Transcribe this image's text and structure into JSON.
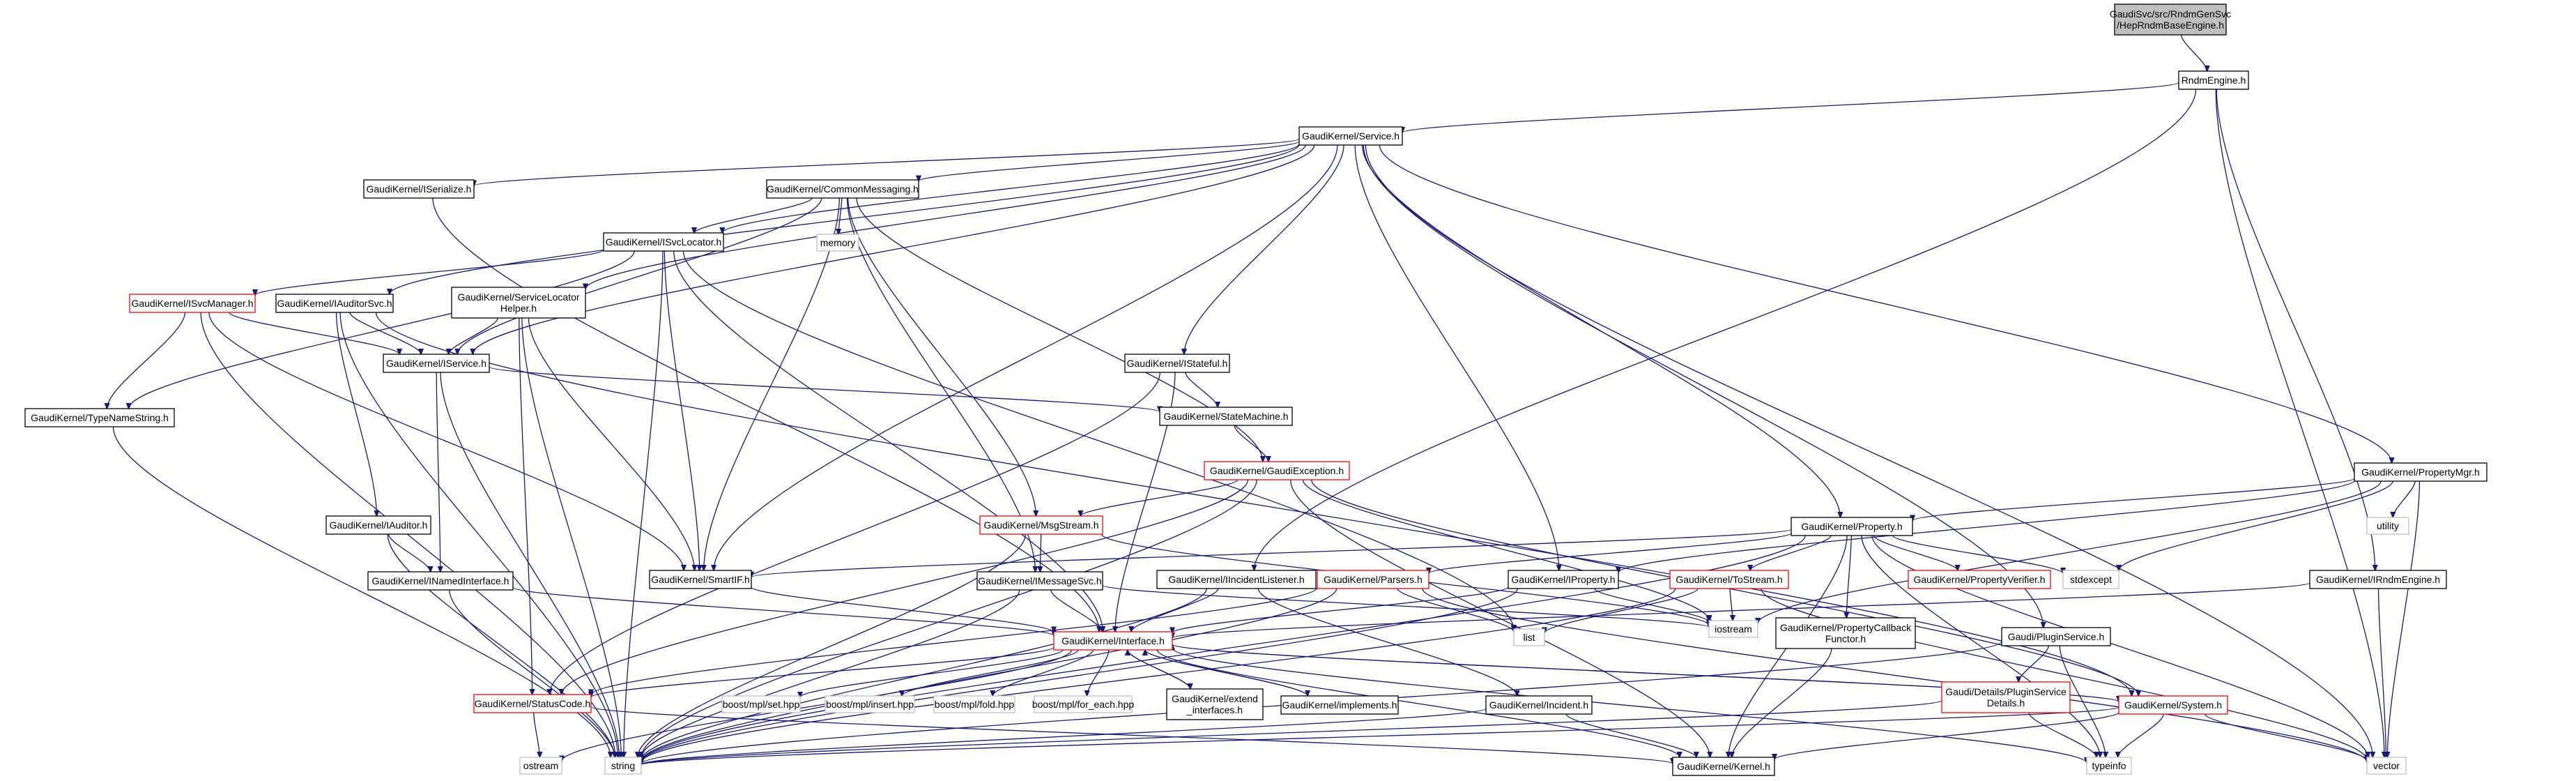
{
  "nodes": [
    {
      "id": "hepi",
      "lines": [
        "GaudiSvc/src/RndmGenSvc",
        "/HepRndmBaseEngine.h"
      ],
      "kind": "root"
    },
    {
      "id": "rndmengine",
      "lines": [
        "RndmEngine.h"
      ],
      "kind": "normal"
    },
    {
      "id": "service",
      "lines": [
        "GaudiKernel/Service.h"
      ],
      "kind": "normal"
    },
    {
      "id": "iserialize",
      "lines": [
        "GaudiKernel/ISerialize.h"
      ],
      "kind": "normal"
    },
    {
      "id": "commonmsg",
      "lines": [
        "GaudiKernel/CommonMessaging.h"
      ],
      "kind": "normal"
    },
    {
      "id": "isvclocator",
      "lines": [
        "GaudiKernel/ISvcLocator.h"
      ],
      "kind": "normal"
    },
    {
      "id": "memory",
      "lines": [
        "memory"
      ],
      "kind": "external"
    },
    {
      "id": "isvcmanager",
      "lines": [
        "GaudiKernel/ISvcManager.h"
      ],
      "kind": "incomplete"
    },
    {
      "id": "iauditorsvc",
      "lines": [
        "GaudiKernel/IAuditorSvc.h"
      ],
      "kind": "normal"
    },
    {
      "id": "servicelocatorhelper",
      "lines": [
        "GaudiKernel/ServiceLocator",
        "Helper.h"
      ],
      "kind": "normal"
    },
    {
      "id": "iservice",
      "lines": [
        "GaudiKernel/IService.h"
      ],
      "kind": "normal"
    },
    {
      "id": "typenamestring",
      "lines": [
        "GaudiKernel/TypeNameString.h"
      ],
      "kind": "normal"
    },
    {
      "id": "istateful",
      "lines": [
        "GaudiKernel/IStateful.h"
      ],
      "kind": "normal"
    },
    {
      "id": "statemachine",
      "lines": [
        "GaudiKernel/StateMachine.h"
      ],
      "kind": "normal"
    },
    {
      "id": "gaudiexception",
      "lines": [
        "GaudiKernel/GaudiException.h"
      ],
      "kind": "incomplete"
    },
    {
      "id": "iauditor",
      "lines": [
        "GaudiKernel/IAuditor.h"
      ],
      "kind": "normal"
    },
    {
      "id": "inamedinterface",
      "lines": [
        "GaudiKernel/INamedInterface.h"
      ],
      "kind": "normal"
    },
    {
      "id": "msgstream",
      "lines": [
        "GaudiKernel/MsgStream.h"
      ],
      "kind": "incomplete"
    },
    {
      "id": "imessagesvc",
      "lines": [
        "GaudiKernel/IMessageSvc.h"
      ],
      "kind": "normal"
    },
    {
      "id": "smartif",
      "lines": [
        "GaudiKernel/SmartIF.h"
      ],
      "kind": "normal"
    },
    {
      "id": "iincidentlistener",
      "lines": [
        "GaudiKernel/IIncidentListener.h"
      ],
      "kind": "normal"
    },
    {
      "id": "parsers",
      "lines": [
        "GaudiKernel/Parsers.h"
      ],
      "kind": "incomplete"
    },
    {
      "id": "iproperty",
      "lines": [
        "GaudiKernel/IProperty.h"
      ],
      "kind": "normal"
    },
    {
      "id": "tostream",
      "lines": [
        "GaudiKernel/ToStream.h"
      ],
      "kind": "incomplete"
    },
    {
      "id": "property",
      "lines": [
        "GaudiKernel/Property.h"
      ],
      "kind": "normal"
    },
    {
      "id": "propertyverifier",
      "lines": [
        "GaudiKernel/PropertyVerifier.h"
      ],
      "kind": "incomplete"
    },
    {
      "id": "stdexcept",
      "lines": [
        "stdexcept"
      ],
      "kind": "external"
    },
    {
      "id": "propertymgr",
      "lines": [
        "GaudiKernel/PropertyMgr.h"
      ],
      "kind": "normal"
    },
    {
      "id": "utility",
      "lines": [
        "utility"
      ],
      "kind": "external"
    },
    {
      "id": "irndmengine",
      "lines": [
        "GaudiKernel/IRndmEngine.h"
      ],
      "kind": "normal"
    },
    {
      "id": "list",
      "lines": [
        "list"
      ],
      "kind": "external"
    },
    {
      "id": "iostream",
      "lines": [
        "iostream"
      ],
      "kind": "external"
    },
    {
      "id": "propertycallback",
      "lines": [
        "GaudiKernel/PropertyCallback",
        "Functor.h"
      ],
      "kind": "normal"
    },
    {
      "id": "pluginservice",
      "lines": [
        "Gaudi/PluginService.h"
      ],
      "kind": "normal"
    },
    {
      "id": "pluginservicedetails",
      "lines": [
        "Gaudi/Details/PluginService",
        "Details.h"
      ],
      "kind": "incomplete"
    },
    {
      "id": "interface",
      "lines": [
        "GaudiKernel/Interface.h"
      ],
      "kind": "incomplete"
    },
    {
      "id": "statuscode",
      "lines": [
        "GaudiKernel/StatusCode.h"
      ],
      "kind": "incomplete"
    },
    {
      "id": "mplset",
      "lines": [
        "boost/mpl/set.hpp"
      ],
      "kind": "external"
    },
    {
      "id": "mplinsert",
      "lines": [
        "boost/mpl/insert.hpp"
      ],
      "kind": "external"
    },
    {
      "id": "mplfold",
      "lines": [
        "boost/mpl/fold.hpp"
      ],
      "kind": "external"
    },
    {
      "id": "mplforeach",
      "lines": [
        "boost/mpl/for_each.hpp"
      ],
      "kind": "external"
    },
    {
      "id": "extendinterfaces",
      "lines": [
        "GaudiKernel/extend",
        "_interfaces.h"
      ],
      "kind": "normal"
    },
    {
      "id": "implements",
      "lines": [
        "GaudiKernel/implements.h"
      ],
      "kind": "normal"
    },
    {
      "id": "incident",
      "lines": [
        "GaudiKernel/Incident.h"
      ],
      "kind": "normal"
    },
    {
      "id": "system",
      "lines": [
        "GaudiKernel/System.h"
      ],
      "kind": "incomplete"
    },
    {
      "id": "ostream",
      "lines": [
        "ostream"
      ],
      "kind": "external"
    },
    {
      "id": "string",
      "lines": [
        "string"
      ],
      "kind": "external"
    },
    {
      "id": "kernel",
      "lines": [
        "GaudiKernel/Kernel.h"
      ],
      "kind": "normal"
    },
    {
      "id": "typeinfo",
      "lines": [
        "typeinfo"
      ],
      "kind": "external"
    },
    {
      "id": "vector",
      "lines": [
        "vector"
      ],
      "kind": "external"
    }
  ],
  "edges": [
    [
      "hepi",
      "rndmengine"
    ],
    [
      "rndmengine",
      "service"
    ],
    [
      "rndmengine",
      "irndmengine"
    ],
    [
      "rndmengine",
      "vector"
    ],
    [
      "rndmengine",
      "iincidentlistener"
    ],
    [
      "service",
      "iserialize"
    ],
    [
      "service",
      "commonmsg"
    ],
    [
      "service",
      "isvclocator"
    ],
    [
      "service",
      "iauditorsvc"
    ],
    [
      "service",
      "servicelocatorhelper"
    ],
    [
      "service",
      "iservice"
    ],
    [
      "service",
      "istateful"
    ],
    [
      "service",
      "smartif"
    ],
    [
      "service",
      "iproperty"
    ],
    [
      "service",
      "property"
    ],
    [
      "service",
      "propertymgr"
    ],
    [
      "service",
      "pluginservice"
    ],
    [
      "service",
      "vector"
    ],
    [
      "iserialize",
      "interface"
    ],
    [
      "commonmsg",
      "isvclocator"
    ],
    [
      "commonmsg",
      "memory"
    ],
    [
      "commonmsg",
      "iservice"
    ],
    [
      "commonmsg",
      "smartif"
    ],
    [
      "commonmsg",
      "msgstream"
    ],
    [
      "commonmsg",
      "imessagesvc"
    ],
    [
      "commonmsg",
      "gaudiexception"
    ],
    [
      "isvclocator",
      "isvcmanager"
    ],
    [
      "isvclocator",
      "typenamestring"
    ],
    [
      "isvclocator",
      "smartif"
    ],
    [
      "isvclocator",
      "interface"
    ],
    [
      "isvclocator",
      "list"
    ],
    [
      "isvclocator",
      "string"
    ],
    [
      "isvcmanager",
      "typenamestring"
    ],
    [
      "isvcmanager",
      "iservice"
    ],
    [
      "isvcmanager",
      "smartif"
    ],
    [
      "isvcmanager",
      "string"
    ],
    [
      "iauditorsvc",
      "iservice"
    ],
    [
      "iauditorsvc",
      "iauditor"
    ],
    [
      "iauditorsvc",
      "system"
    ],
    [
      "iauditorsvc",
      "string"
    ],
    [
      "servicelocatorhelper",
      "iservice"
    ],
    [
      "servicelocatorhelper",
      "smartif"
    ],
    [
      "servicelocatorhelper",
      "statuscode"
    ],
    [
      "servicelocatorhelper",
      "string"
    ],
    [
      "iservice",
      "inamedinterface"
    ],
    [
      "iservice",
      "statemachine"
    ],
    [
      "iservice",
      "string"
    ],
    [
      "typenamestring",
      "string"
    ],
    [
      "istateful",
      "statemachine"
    ],
    [
      "istateful",
      "interface"
    ],
    [
      "istateful",
      "statuscode"
    ],
    [
      "statemachine",
      "gaudiexception"
    ],
    [
      "gaudiexception",
      "msgstream"
    ],
    [
      "gaudiexception",
      "statuscode"
    ],
    [
      "gaudiexception",
      "system"
    ],
    [
      "gaudiexception",
      "kernel"
    ],
    [
      "gaudiexception",
      "string"
    ],
    [
      "gaudiexception",
      "iostream"
    ],
    [
      "iauditor",
      "inamedinterface"
    ],
    [
      "iauditor",
      "string"
    ],
    [
      "inamedinterface",
      "interface"
    ],
    [
      "inamedinterface",
      "string"
    ],
    [
      "msgstream",
      "imessagesvc"
    ],
    [
      "msgstream",
      "string"
    ],
    [
      "msgstream",
      "iostream"
    ],
    [
      "imessagesvc",
      "interface"
    ],
    [
      "imessagesvc",
      "string"
    ],
    [
      "imessagesvc",
      "iostream"
    ],
    [
      "smartif",
      "interface"
    ],
    [
      "iincidentlistener",
      "interface"
    ],
    [
      "iincidentlistener",
      "incident"
    ],
    [
      "iincidentlistener",
      "string"
    ],
    [
      "parsers",
      "statuscode"
    ],
    [
      "parsers",
      "string"
    ],
    [
      "parsers",
      "list"
    ],
    [
      "parsers",
      "vector"
    ],
    [
      "iproperty",
      "interface"
    ],
    [
      "iproperty",
      "string"
    ],
    [
      "iproperty",
      "iostream"
    ],
    [
      "tostream",
      "list"
    ],
    [
      "tostream",
      "iostream"
    ],
    [
      "tostream",
      "string"
    ],
    [
      "tostream",
      "vector"
    ],
    [
      "property",
      "parsers"
    ],
    [
      "property",
      "tostream"
    ],
    [
      "property",
      "propertyverifier"
    ],
    [
      "property",
      "propertycallback"
    ],
    [
      "property",
      "smartif"
    ],
    [
      "property",
      "stdexcept"
    ],
    [
      "property",
      "kernel"
    ],
    [
      "property",
      "string"
    ],
    [
      "property",
      "typeinfo"
    ],
    [
      "property",
      "vector"
    ],
    [
      "propertymgr",
      "property"
    ],
    [
      "propertymgr",
      "iproperty"
    ],
    [
      "propertymgr",
      "utility"
    ],
    [
      "propertymgr",
      "stdexcept"
    ],
    [
      "propertymgr",
      "iostream"
    ],
    [
      "propertymgr",
      "vector"
    ],
    [
      "irndmengine",
      "interface"
    ],
    [
      "irndmengine",
      "vector"
    ],
    [
      "propertycallback",
      "kernel"
    ],
    [
      "pluginservice",
      "pluginservicedetails"
    ],
    [
      "pluginservice",
      "string"
    ],
    [
      "pluginservice",
      "typeinfo"
    ],
    [
      "pluginservicedetails",
      "string"
    ],
    [
      "pluginservicedetails",
      "typeinfo"
    ],
    [
      "interface",
      "statuscode"
    ],
    [
      "interface",
      "mplset"
    ],
    [
      "interface",
      "mplinsert"
    ],
    [
      "interface",
      "mplfold"
    ],
    [
      "interface",
      "mplforeach"
    ],
    [
      "interface",
      "extendinterfaces"
    ],
    [
      "interface",
      "implements"
    ],
    [
      "interface",
      "system"
    ],
    [
      "interface",
      "ostream"
    ],
    [
      "interface",
      "kernel"
    ],
    [
      "interface",
      "typeinfo"
    ],
    [
      "extendinterfaces",
      "interface"
    ],
    [
      "implements",
      "interface"
    ],
    [
      "statuscode",
      "ostream"
    ],
    [
      "statuscode",
      "kernel"
    ],
    [
      "incident",
      "kernel"
    ],
    [
      "incident",
      "string"
    ],
    [
      "system",
      "kernel"
    ],
    [
      "system",
      "string"
    ],
    [
      "system",
      "typeinfo"
    ],
    [
      "system",
      "vector"
    ],
    [
      "system",
      "interface"
    ]
  ],
  "colors": {
    "edge": "#191970",
    "box_border": "#000000",
    "incomplete_border": "#ff0000",
    "external_border": "#bfbfbf",
    "root_fill": "#bfbfbf",
    "fill": "#ffffff"
  }
}
